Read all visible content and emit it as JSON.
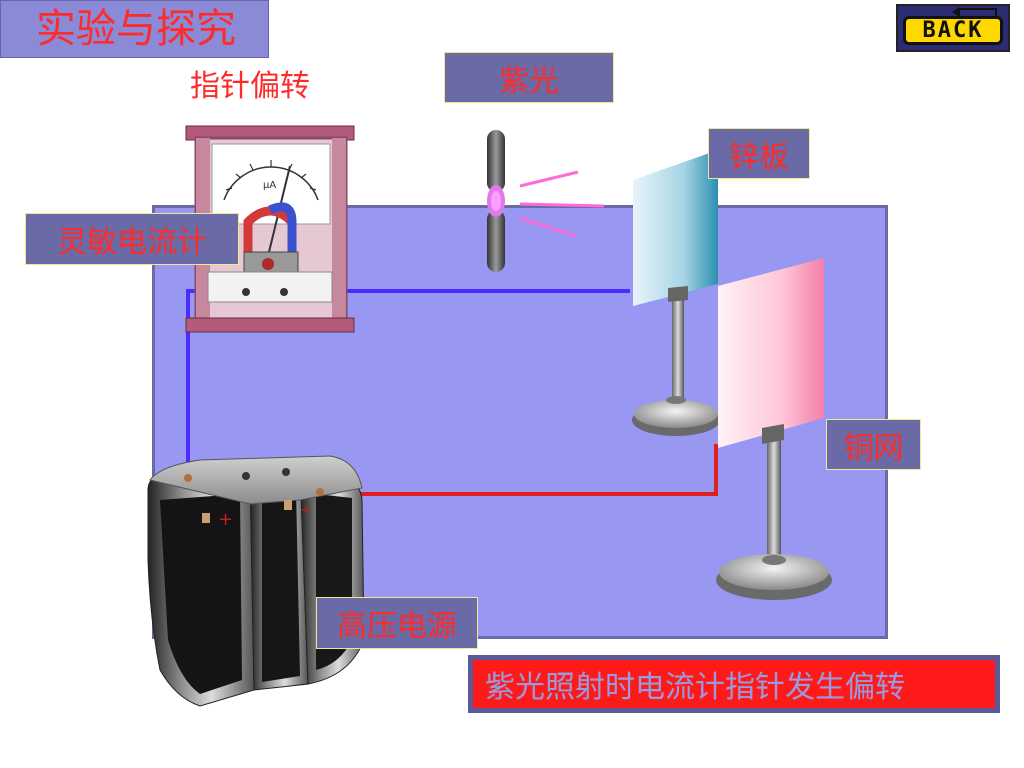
{
  "title": "实验与探究",
  "back_button": {
    "label": "BACK"
  },
  "labels": {
    "needle_deflect": "指针偏转",
    "violet_light": "紫光",
    "zinc_plate": "锌板",
    "galvanometer": "灵敏电流计",
    "copper_mesh": "铜网",
    "hv_supply": "高压电源"
  },
  "meter_unit": "μA",
  "caption": "紫光照射时电流计指针发生偏转",
  "colors": {
    "panel_bg": "#9898f2",
    "tag_bg": "#6a6aa6",
    "text_red": "#ff2a2a",
    "wire_blue": "#4a2cff",
    "wire_red": "#e02020"
  }
}
